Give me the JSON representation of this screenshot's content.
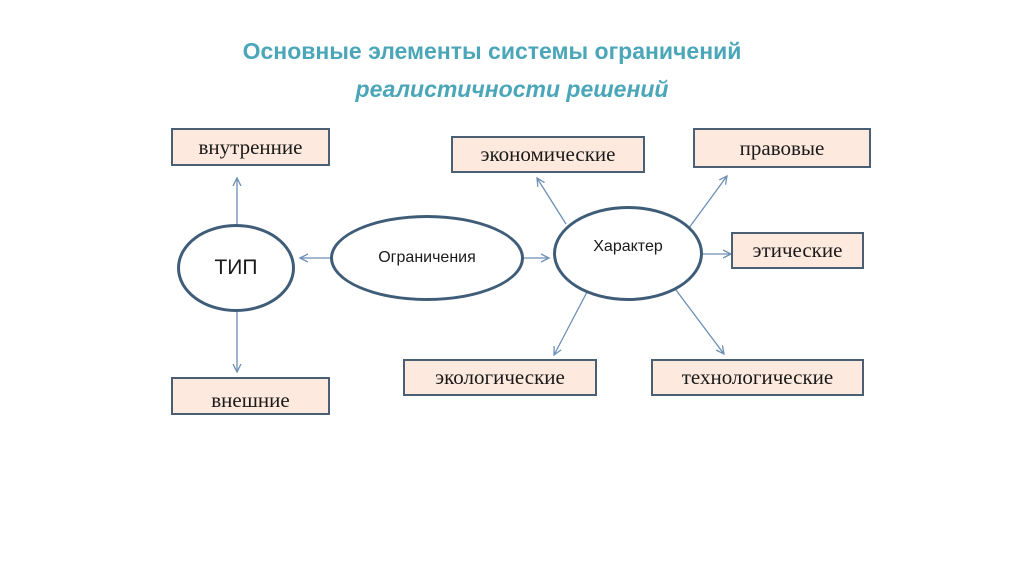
{
  "title": {
    "line1": "Основные элементы системы ограничений",
    "line2": "реалистичности решений"
  },
  "nodes": {
    "tip": "ТИП",
    "center": "Ограничения",
    "character": "Характер",
    "internal": "внутренние",
    "external": "внешние",
    "economic": "экономические",
    "legal": "правовые",
    "ethical": "этические",
    "ecological": "экологические",
    "technological": "технологические"
  },
  "colors": {
    "title": "#4aa6b8",
    "box_fill": "#fde9dd",
    "box_border": "#4a5e74",
    "oval_border": "#3f5d78",
    "arrow": "#6d8fb5"
  }
}
